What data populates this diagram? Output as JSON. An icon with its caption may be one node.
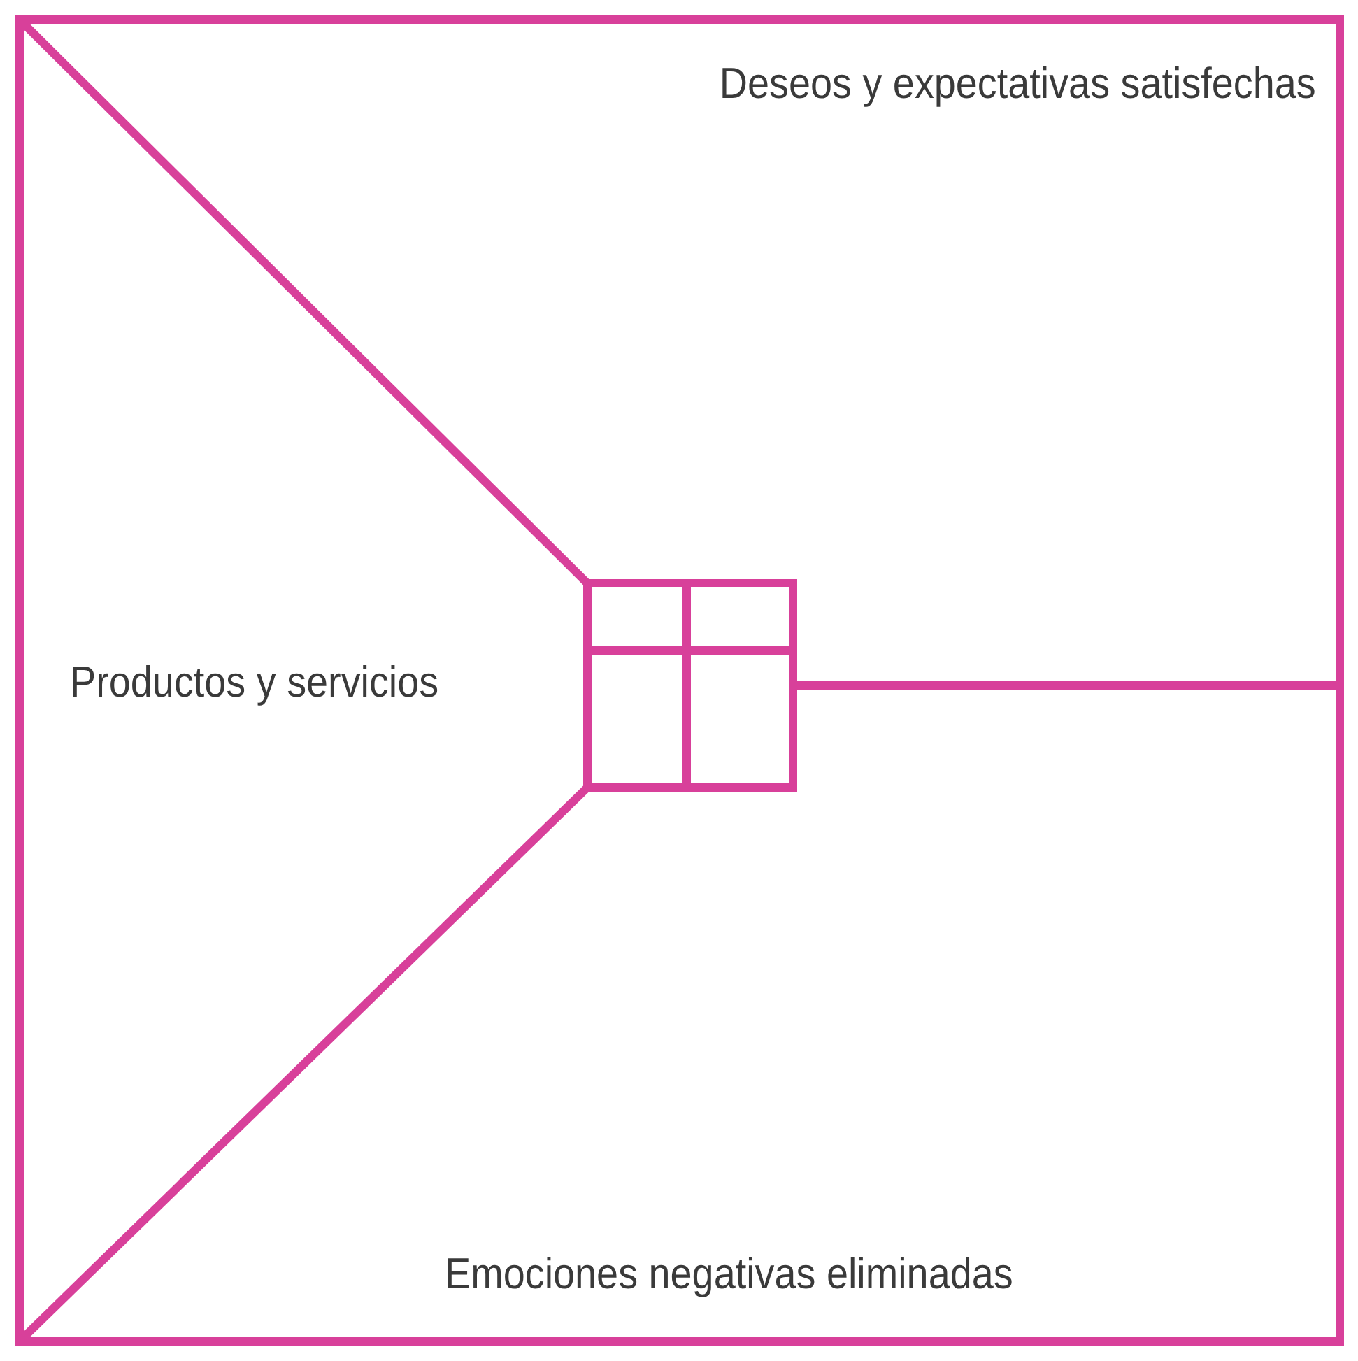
{
  "diagram": {
    "labels": [
      "Deseos y expectativas satisfechas",
      "Productos y servicios",
      "Emociones negativas eliminadas"
    ]
  }
}
